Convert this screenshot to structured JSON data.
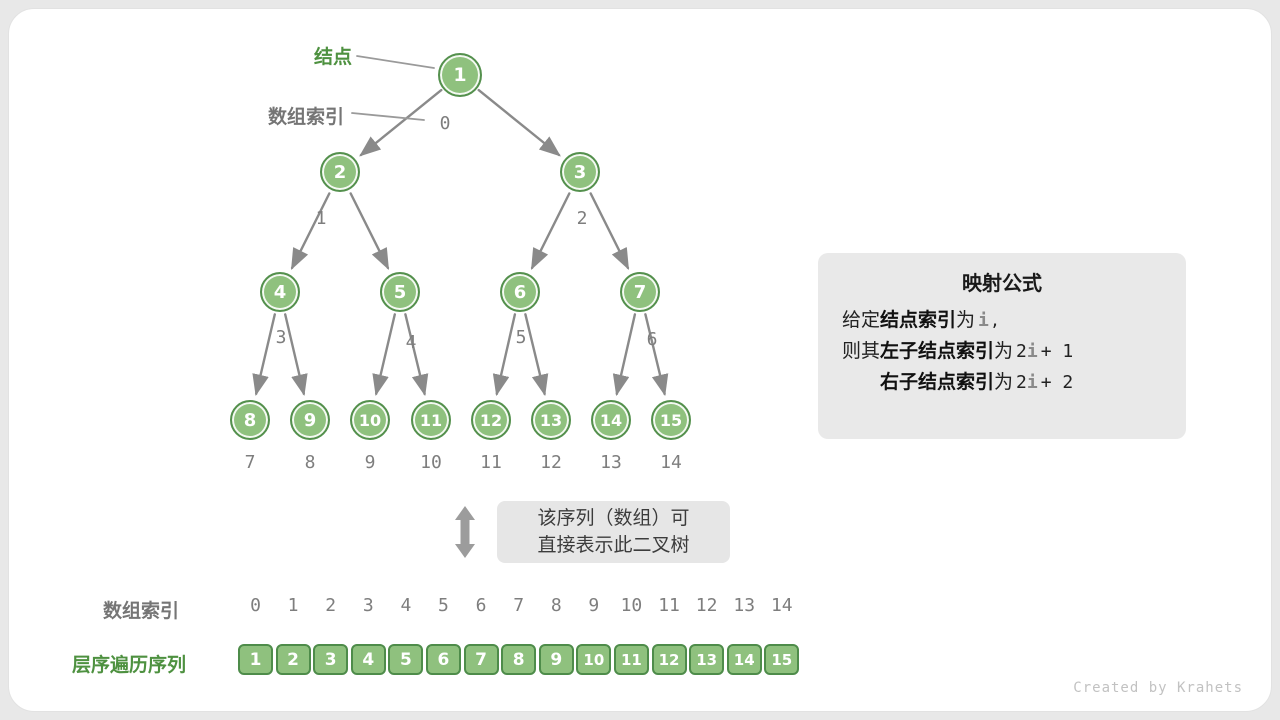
{
  "pointer_labels": {
    "node": "结点",
    "array_index": "数组索引"
  },
  "tree": {
    "nodes": [
      {
        "v": "1",
        "idx": "0"
      },
      {
        "v": "2",
        "idx": "1"
      },
      {
        "v": "3",
        "idx": "2"
      },
      {
        "v": "4",
        "idx": "3"
      },
      {
        "v": "5",
        "idx": "4"
      },
      {
        "v": "6",
        "idx": "5"
      },
      {
        "v": "7",
        "idx": "6"
      },
      {
        "v": "8",
        "idx": "7"
      },
      {
        "v": "9",
        "idx": "8"
      },
      {
        "v": "10",
        "idx": "9"
      },
      {
        "v": "11",
        "idx": "10"
      },
      {
        "v": "12",
        "idx": "11"
      },
      {
        "v": "13",
        "idx": "12"
      },
      {
        "v": "14",
        "idx": "13"
      },
      {
        "v": "15",
        "idx": "14"
      }
    ]
  },
  "formula": {
    "title": "映射公式",
    "given_pre": "给定",
    "given_bold": "结点索引",
    "given_mid": "为",
    "given_var": "i",
    "given_tail": ",",
    "left_pre": "则其",
    "left_bold": "左子结点索引",
    "left_mid": "为",
    "left_coef": "2",
    "left_var": "i",
    "left_rest": "+ 1",
    "right_bold": "右子结点索引",
    "right_mid": "为",
    "right_coef": "2",
    "right_var": "i",
    "right_rest": "+ 2"
  },
  "note": {
    "line1": "该序列（数组）可",
    "line2": "直接表示此二叉树"
  },
  "bottom": {
    "index_label": "数组索引",
    "indices": [
      "0",
      "1",
      "2",
      "3",
      "4",
      "5",
      "6",
      "7",
      "8",
      "9",
      "10",
      "11",
      "12",
      "13",
      "14"
    ],
    "sequence_label": "层序遍历序列",
    "sequence": [
      "1",
      "2",
      "3",
      "4",
      "5",
      "6",
      "7",
      "8",
      "9",
      "10",
      "11",
      "12",
      "13",
      "14",
      "15"
    ]
  },
  "watermark": "Created by Krahets",
  "colors": {
    "node_fill": "#8fc17e",
    "node_border": "#54904d",
    "accent_green": "#4e9140",
    "gray_text": "#757575",
    "panel_bg": "#e9e9e9"
  }
}
